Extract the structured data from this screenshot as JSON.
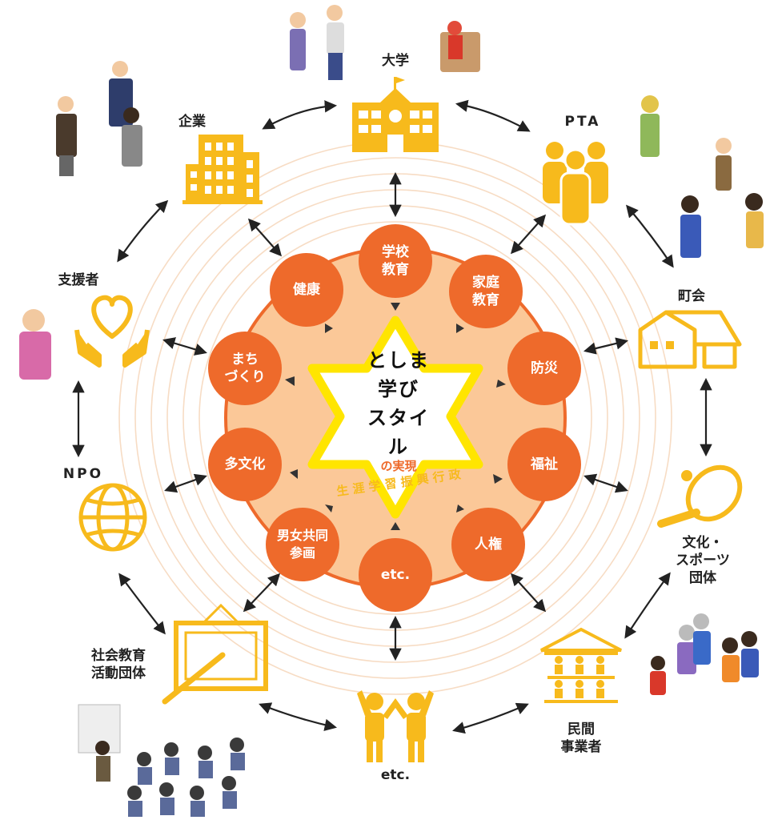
{
  "center": {
    "logo_text": "としま\n学び\nスタイル",
    "realization_suffix": "の実現",
    "administration_label": "生 涯 学 習 振 興 行 政"
  },
  "inner_topics": [
    {
      "key": "school",
      "label": "学校\n教育"
    },
    {
      "key": "home",
      "label": "家庭\n教育"
    },
    {
      "key": "disaster",
      "label": "防災"
    },
    {
      "key": "welfare",
      "label": "福祉"
    },
    {
      "key": "rights",
      "label": "人権"
    },
    {
      "key": "etc",
      "label": "etc."
    },
    {
      "key": "gender",
      "label": "男女共同\n参画"
    },
    {
      "key": "culture",
      "label": "多文化"
    },
    {
      "key": "town",
      "label": "まち\nづくり"
    },
    {
      "key": "health",
      "label": "健康"
    }
  ],
  "stakeholders": [
    {
      "key": "university",
      "label": "大学",
      "icon": "school-building-icon"
    },
    {
      "key": "pta",
      "label": "PTA",
      "icon": "group-people-icon"
    },
    {
      "key": "chokai",
      "label": "町会",
      "icon": "house-icon"
    },
    {
      "key": "sports",
      "label": "文化・\nスポーツ\n団体",
      "icon": "tennis-racket-icon"
    },
    {
      "key": "private",
      "label": "民間\n事業者",
      "icon": "company-building-icon"
    },
    {
      "key": "etc",
      "label": "etc.",
      "icon": "joined-hands-people-icon"
    },
    {
      "key": "social_edu",
      "label": "社会教育\n活動団体",
      "icon": "blackboard-icon"
    },
    {
      "key": "npo",
      "label": "NPO",
      "icon": "globe-icon"
    },
    {
      "key": "supporter",
      "label": "支援者",
      "icon": "hands-heart-icon"
    },
    {
      "key": "company",
      "label": "企業",
      "icon": "office-building-icon"
    }
  ],
  "colors": {
    "orange": "#ee6a2b",
    "peach": "#fbc898",
    "ring": "#f7dcc4",
    "yellow": "#f7ba1c",
    "star_outline": "#ffe500",
    "text_dark": "#222222"
  }
}
